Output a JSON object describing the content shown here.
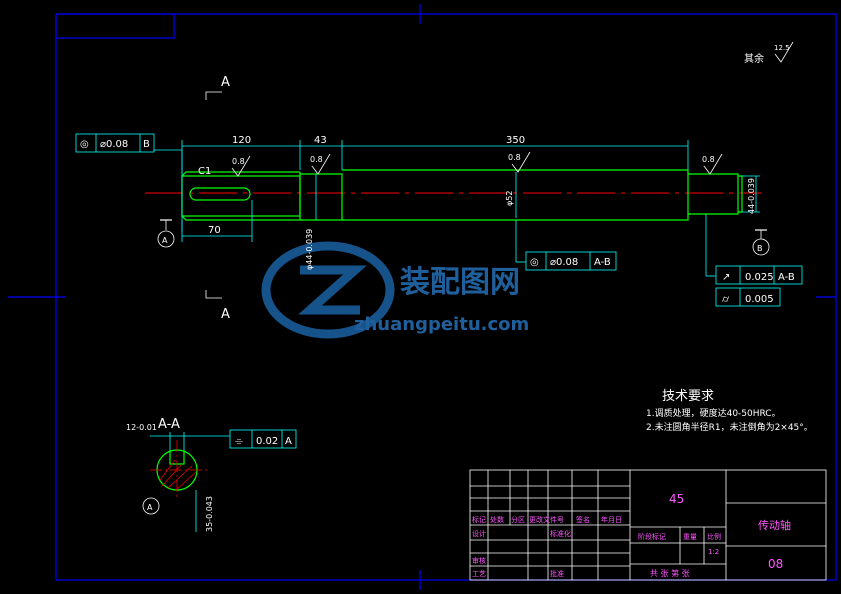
{
  "title_block": {
    "material": "45",
    "part_name": "传动轴",
    "drawing_no": "08",
    "scale_label": "比例",
    "scale_value": "1:2",
    "weight_label": "重量",
    "stage_label": "阶段标记",
    "sheet_text": "共   张 第   张",
    "header_labels": [
      "标记",
      "处数",
      "分区",
      "更改文件号",
      "签名",
      "年月日"
    ],
    "designer_label": "设计",
    "standard_label": "标准化",
    "reviewer_label": "审核",
    "process_label": "工艺",
    "approve_label": "批准"
  },
  "surface_finish": {
    "rest_label": "其余",
    "rest_value": "12.5",
    "value": "0.8"
  },
  "dimensions": {
    "len_120": "120",
    "len_43": "43",
    "len_350": "350",
    "len_70": "70",
    "chamfer": "C1",
    "dia_left": "φ44-0.039",
    "dia_mid": "φ52",
    "dia_right": "44-0.039",
    "key_width": "12-0.01",
    "key_depth": "35-0.043"
  },
  "tolerance_frames": {
    "left": {
      "symbol": "◎",
      "value": "⌀0.08",
      "datum": "B"
    },
    "middle": {
      "symbol": "◎",
      "value": "⌀0.08",
      "datum": "A-B"
    },
    "runout": {
      "symbol": "↗",
      "value": "0.025",
      "datum": "A-B"
    },
    "cylindricity": {
      "symbol": "⌭",
      "value": "0.005"
    },
    "symmetry": {
      "symbol": "⌯",
      "value": "0.02",
      "datum": "A"
    }
  },
  "datums": {
    "a": "A",
    "b": "B"
  },
  "section": {
    "marker": "A",
    "title": "A-A"
  },
  "technical_requirements": {
    "title": "技术要求",
    "items": [
      "1.调质处理，硬度达40-50HRC。",
      "2.未注圆角半径R1，未注倒角为2×45°。"
    ]
  },
  "watermark": {
    "brand": "装配图网",
    "url": "zhuangpeitu.com"
  },
  "colors": {
    "frame": "#0000ff",
    "outline": "#00ff00",
    "dimension": "#00ffff",
    "center": "#ff0000",
    "title_text": "#ff55ff",
    "text": "#ffffff"
  }
}
